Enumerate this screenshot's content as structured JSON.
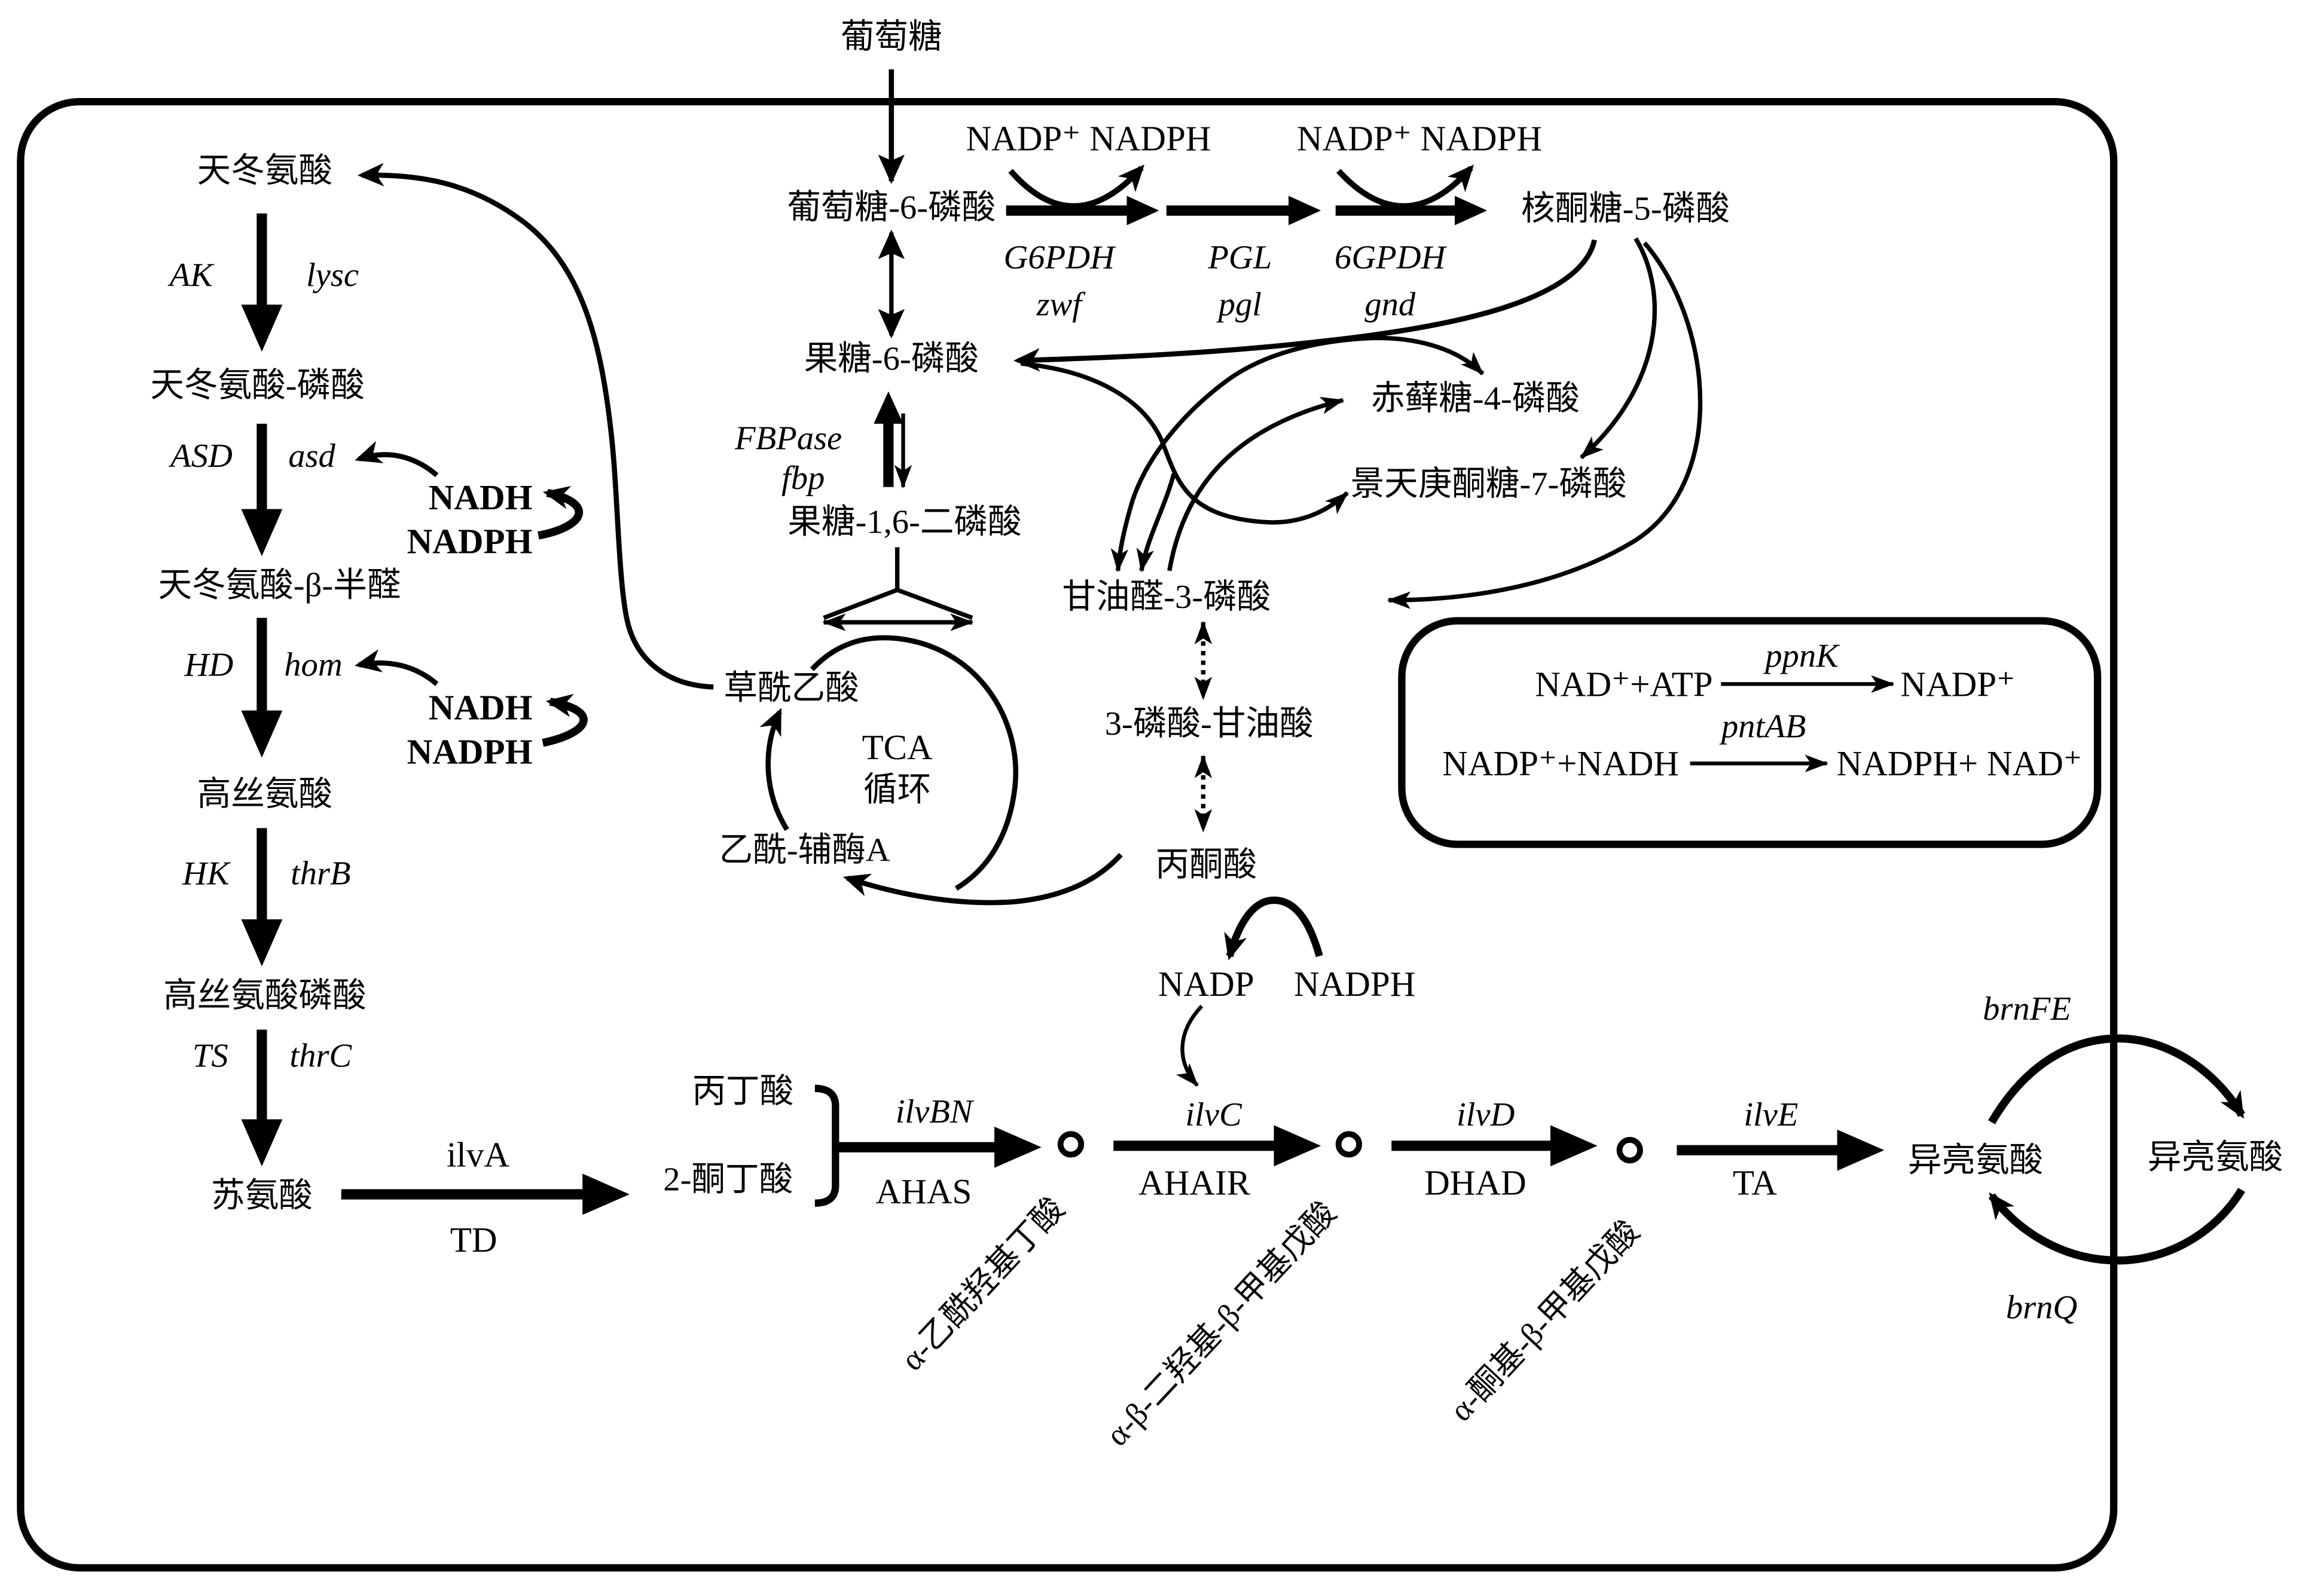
{
  "colors": {
    "ink": "#000000",
    "background": "#ffffff"
  },
  "glycolysis_ppp": {
    "glucose": "葡萄糖",
    "g6p": "葡萄糖-6-磷酸",
    "f6p": "果糖-6-磷酸",
    "fbp": "果糖-1,6-二磷酸",
    "ru5p": "核酮糖-5-磷酸",
    "e4p": "赤藓糖-4-磷酸",
    "s7p": "景天庚酮糖-7-磷酸",
    "g3p": "甘油醛-3-磷酸",
    "pga3": "3-磷酸-甘油酸",
    "pyruvate": "丙酮酸",
    "cofactor_pairs": [
      "NADP⁺ NADPH",
      "NADP⁺ NADPH"
    ],
    "enzymes": [
      {
        "enzyme": "G6PDH",
        "gene": "zwf"
      },
      {
        "enzyme": "PGL",
        "gene": "pgl"
      },
      {
        "enzyme": "6GPDH",
        "gene": "gnd"
      }
    ],
    "fbpase": {
      "enzyme": "FBPase",
      "gene": "fbp"
    }
  },
  "tca": {
    "oaa": "草酰乙酸",
    "acetyl_coa": "乙酰-辅酶A",
    "label_line1": "TCA",
    "label_line2": "循环"
  },
  "aspartate_pathway": {
    "metabolites": [
      "天冬氨酸",
      "天冬氨酸-磷酸",
      "天冬氨酸-β-半醛",
      "高丝氨酸",
      "高丝氨酸磷酸",
      "苏氨酸"
    ],
    "steps": [
      {
        "enzyme": "AK",
        "gene": "lysc"
      },
      {
        "enzyme": "ASD",
        "gene": "asd"
      },
      {
        "enzyme": "HD",
        "gene": "hom"
      },
      {
        "enzyme": "HK",
        "gene": "thrB"
      },
      {
        "enzyme": "TS",
        "gene": "thrC"
      }
    ],
    "cofactors": [
      {
        "a": "NADH",
        "b": "NADPH"
      },
      {
        "a": "NADH",
        "b": "NADPH"
      }
    ]
  },
  "isoleucine_pathway": {
    "threonine_step": {
      "gene": "ilvA",
      "enzyme": "TD"
    },
    "substrates": [
      "丙丁酸",
      "2-酮丁酸"
    ],
    "steps": [
      {
        "gene": "ilvBN",
        "enzyme": "AHAS",
        "product": "α-乙酰羟基丁酸"
      },
      {
        "gene": "ilvC",
        "enzyme": "AHAIR",
        "product": "α-β-二羟基-β-甲基戊酸"
      },
      {
        "gene": "ilvD",
        "enzyme": "DHAD",
        "product": "α-酮基-β-甲基戊酸"
      },
      {
        "gene": "ilvE",
        "enzyme": "TA",
        "product": "异亮氨酸"
      }
    ],
    "ilvc_cofactors": {
      "a": "NADP",
      "b": "NADPH"
    }
  },
  "transport": {
    "export_gene": "brnFE",
    "import_gene": "brnQ",
    "extracellular": "异亮氨酸"
  },
  "nadph_box": {
    "reactions": [
      {
        "left": "NAD⁺+ATP",
        "gene": "ppnK",
        "right": "NADP⁺"
      },
      {
        "left": "NADP⁺+NADH",
        "gene": "pntAB",
        "right": "NADPH+ NAD⁺"
      }
    ]
  }
}
